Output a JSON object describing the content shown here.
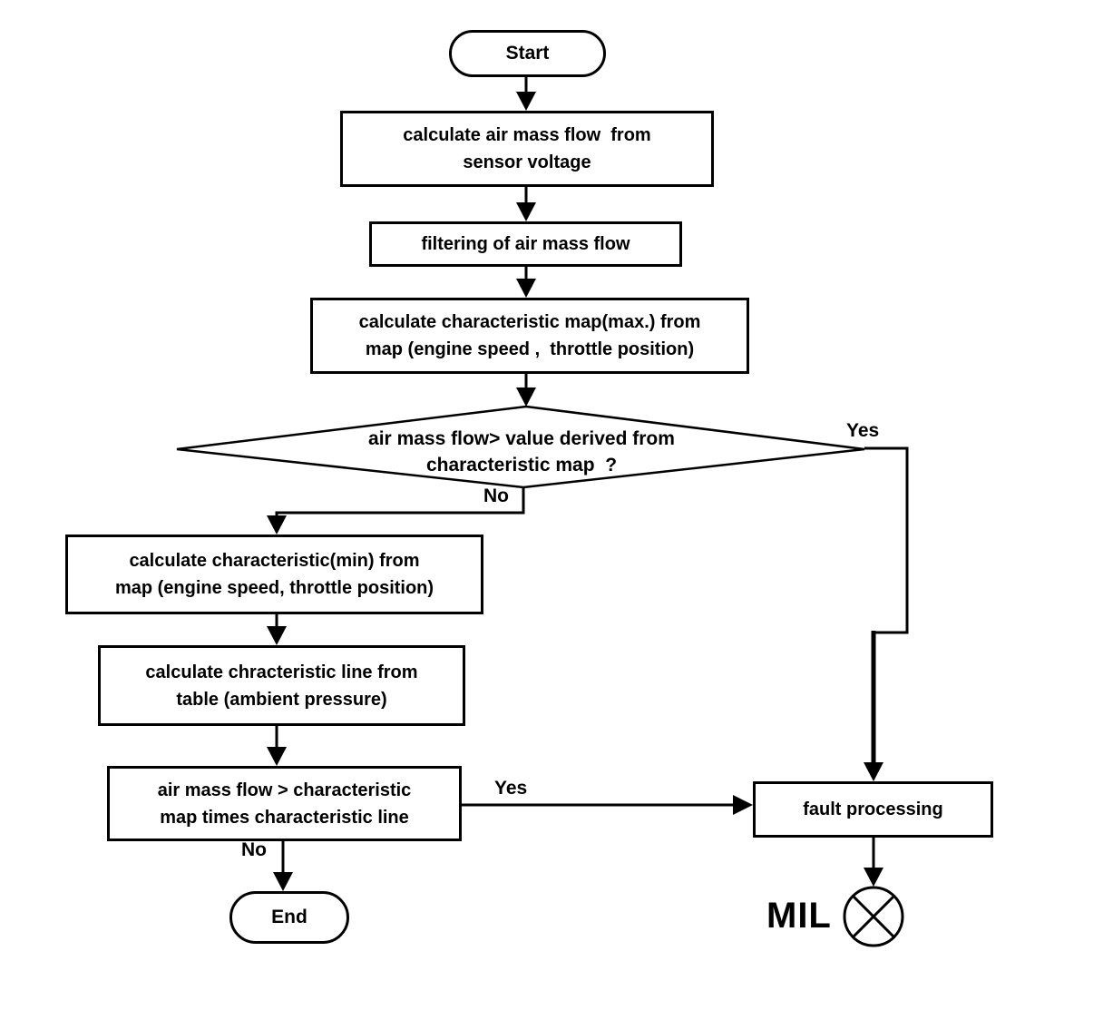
{
  "diagram": {
    "background": "#ffffff",
    "line_color": "#000000",
    "node_fill": "#ffffff",
    "nodes": {
      "start": {
        "label": "Start"
      },
      "calc_air_mass_flow": {
        "line1": "calculate air mass flow  from",
        "line2": "sensor voltage"
      },
      "filtering": {
        "label": "filtering of air mass flow"
      },
      "calc_char_map_max": {
        "line1": "calculate characteristic map(max.) from",
        "line2": "map (engine speed ,  throttle position)"
      },
      "decision_map": {
        "line1": "air mass flow> value derived from",
        "line2": "characteristic map  ?"
      },
      "calc_char_min": {
        "line1": "calculate characteristic(min) from",
        "line2": "map (engine speed, throttle position)"
      },
      "calc_char_line": {
        "line1": "calculate chracteristic line from",
        "line2": "table (ambient pressure)"
      },
      "decision_line": {
        "line1": "air mass flow > characteristic",
        "line2": "map times characteristic line"
      },
      "fault_processing": {
        "label": "fault processing"
      },
      "end": {
        "label": "End"
      },
      "mil": {
        "label": "MIL"
      }
    },
    "edge_labels": {
      "decision_map_yes": "Yes",
      "decision_map_no": "No",
      "decision_line_yes": "Yes",
      "decision_line_no": "No"
    }
  }
}
